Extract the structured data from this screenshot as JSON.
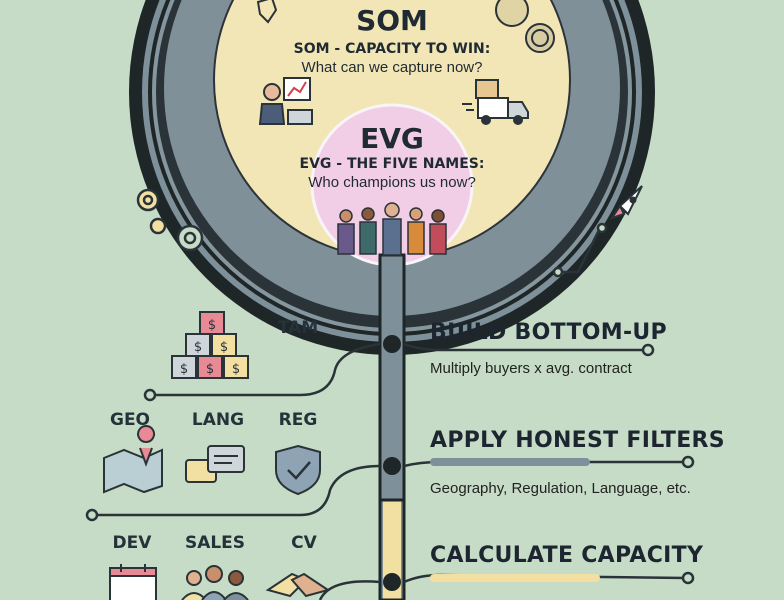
{
  "colors": {
    "background": "#c6dcc6",
    "outer_ring": "#1e2628",
    "mid_ring": "#7e909a",
    "som_fill": "#f3e6b6",
    "evg_fill": "#f2cde6",
    "stem": "#7e909a",
    "accent_pink": "#e88a96",
    "accent_yellow": "#f2dfa2"
  },
  "som": {
    "title": "SOM",
    "subtitle": "SOM - CAPACITY TO WIN:",
    "question": "What can we capture now?",
    "icons": [
      "presenter-chart-icon",
      "delivery-truck-icon",
      "stamp-badge-icon",
      "map-outline-icon"
    ]
  },
  "evg": {
    "title": "EVG",
    "subtitle": "EVG - THE FIVE NAMES:",
    "question": "Who champions us now?",
    "icons": [
      "team-group-icon"
    ]
  },
  "decor_icons": [
    "gears-icon",
    "rocket-icon"
  ],
  "steps": [
    {
      "title": "BUILD BOTTOM-UP",
      "description": "Multiply buyers x avg. contract"
    },
    {
      "title": "APPLY HONEST FILTERS",
      "description": "Geography, Regulation, Language, etc."
    },
    {
      "title": "CALCULATE CAPACITY",
      "description": ""
    }
  ],
  "factors": {
    "tam": {
      "label": "TAM",
      "icon": "money-blocks-icon"
    },
    "filters": [
      {
        "label": "GEO",
        "icon": "map-pin-icon"
      },
      {
        "label": "LANG",
        "icon": "speech-bubbles-icon"
      },
      {
        "label": "REG",
        "icon": "shield-check-icon"
      }
    ],
    "capacity": [
      {
        "label": "DEV",
        "icon": "calendar-icon"
      },
      {
        "label": "SALES",
        "icon": "people-icon"
      },
      {
        "label": "CV",
        "icon": "handshake-icon"
      }
    ]
  }
}
